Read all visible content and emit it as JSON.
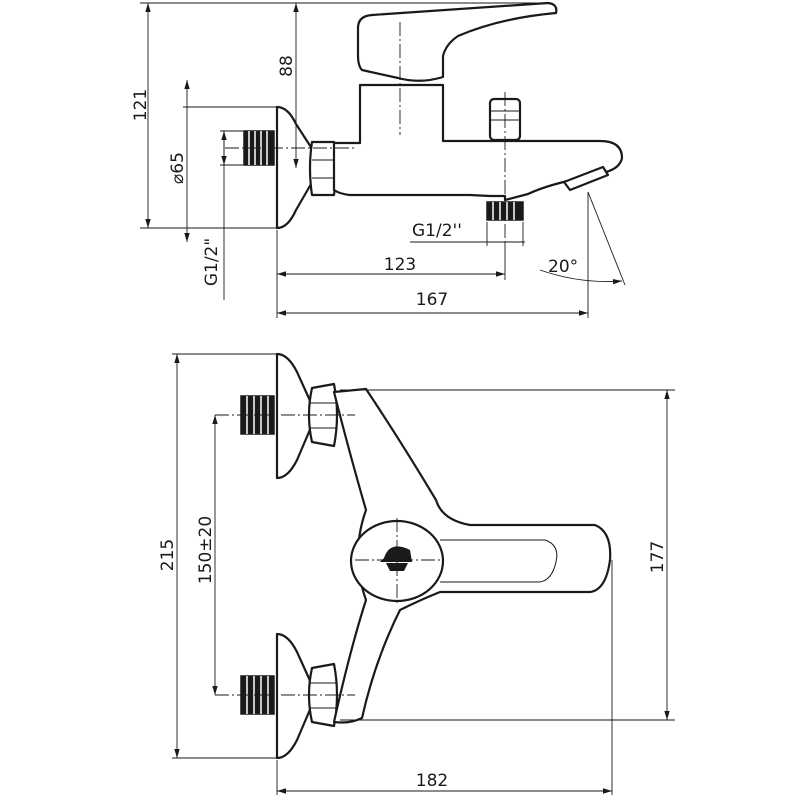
{
  "side_view": {
    "dim_88": "88",
    "dim_121": "121",
    "dim_diameter_65": "⌀65",
    "dim_thread_inlet": "G1/2\"",
    "dim_thread_outlet": "G1/2''",
    "dim_123": "123",
    "dim_167": "167",
    "dim_angle": "20°"
  },
  "top_view": {
    "dim_215": "215",
    "dim_150": "150±20",
    "dim_177": "177",
    "dim_182": "182"
  }
}
